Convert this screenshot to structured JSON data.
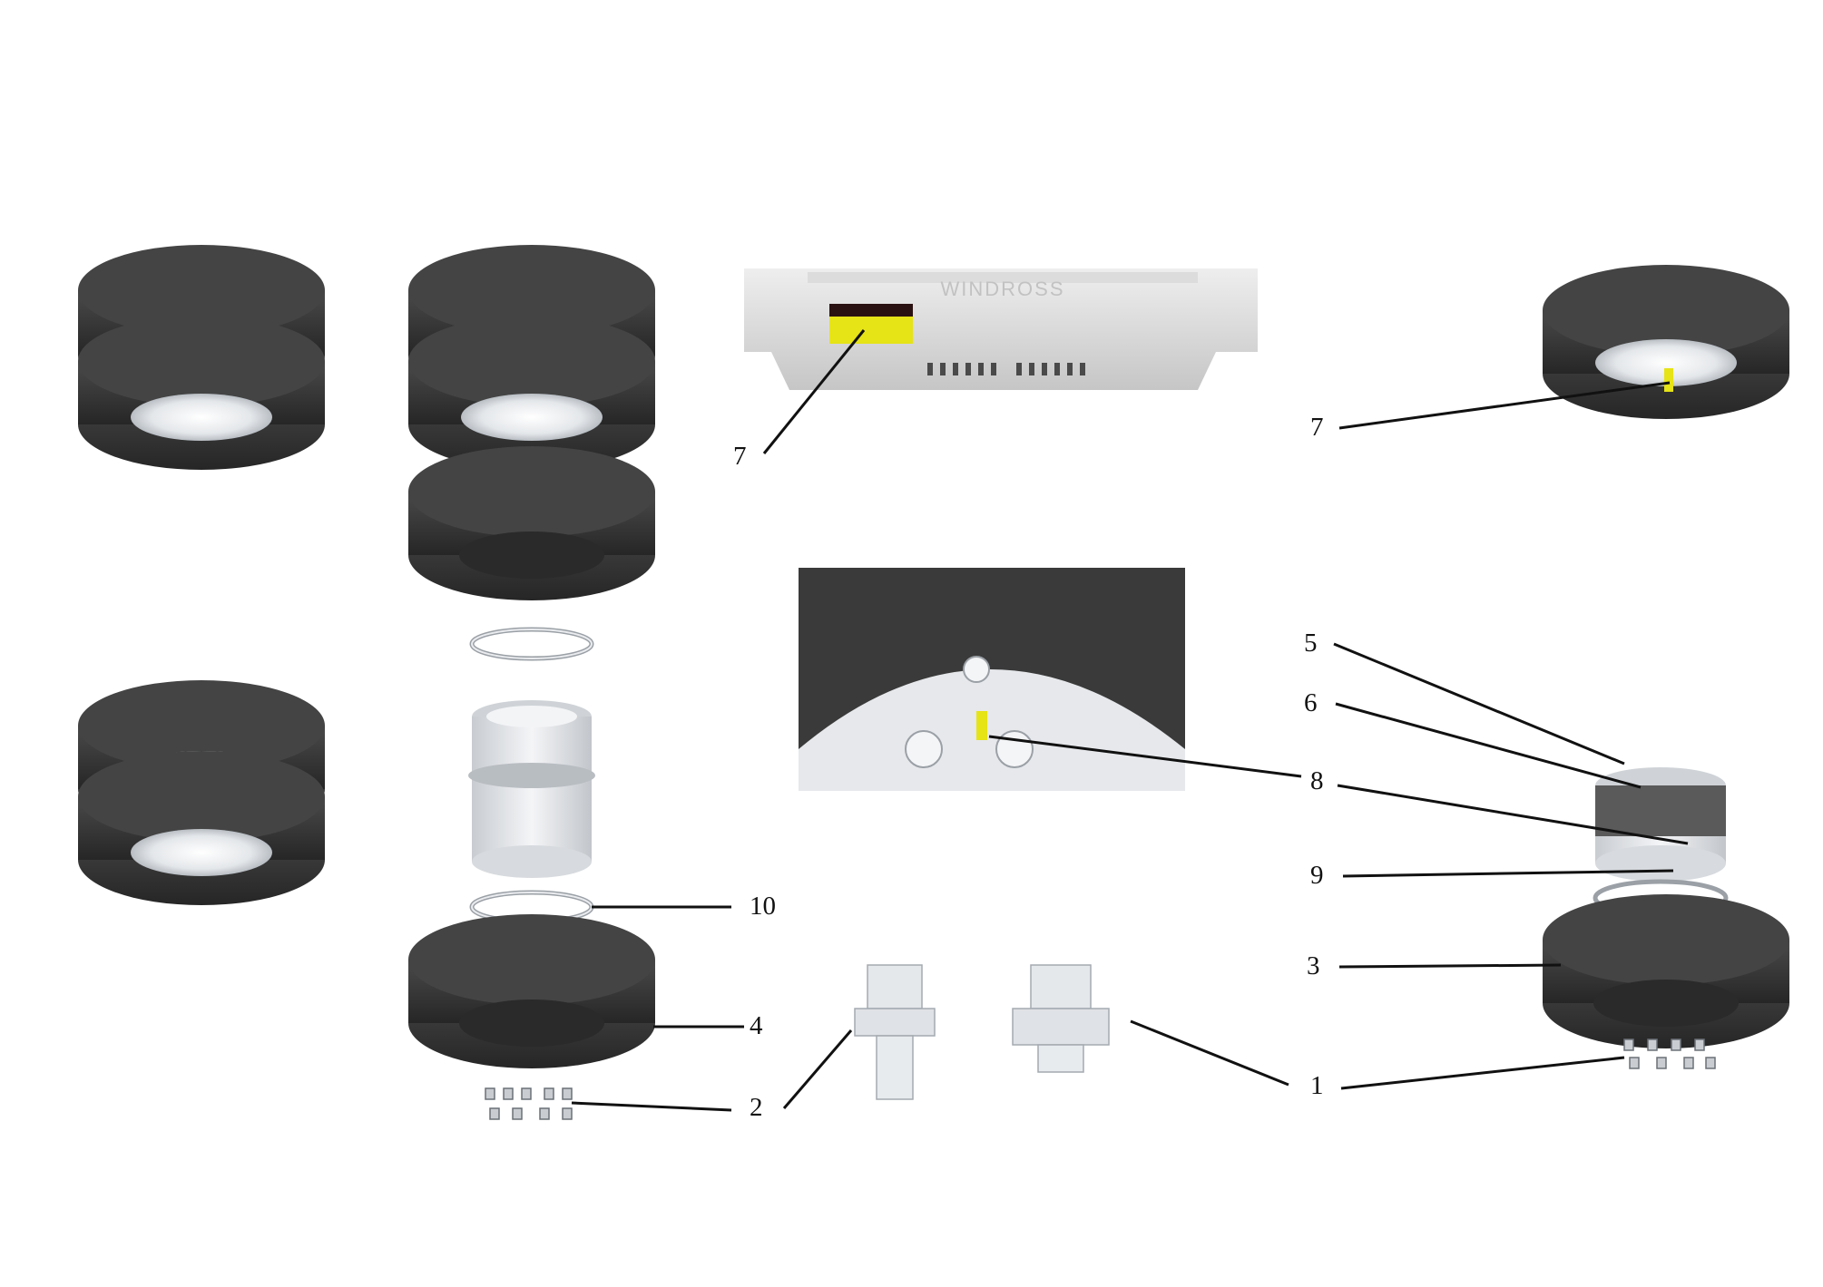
{
  "diagram": {
    "brand_emboss": "WINDROSS",
    "callouts": [
      {
        "id": "1",
        "label": "1"
      },
      {
        "id": "2",
        "label": "2"
      },
      {
        "id": "3",
        "label": "3"
      },
      {
        "id": "4",
        "label": "4"
      },
      {
        "id": "5",
        "label": "5"
      },
      {
        "id": "6",
        "label": "6"
      },
      {
        "id": "7a",
        "label": "7"
      },
      {
        "id": "7b",
        "label": "7"
      },
      {
        "id": "8",
        "label": "8"
      },
      {
        "id": "9",
        "label": "9"
      },
      {
        "id": "10",
        "label": "10"
      }
    ]
  },
  "colors": {
    "tire": "#3b3b3b",
    "tire_dark": "#262626",
    "rim": "#e8eaec",
    "label_yellow": "#e6e317",
    "leader": "#111111"
  }
}
